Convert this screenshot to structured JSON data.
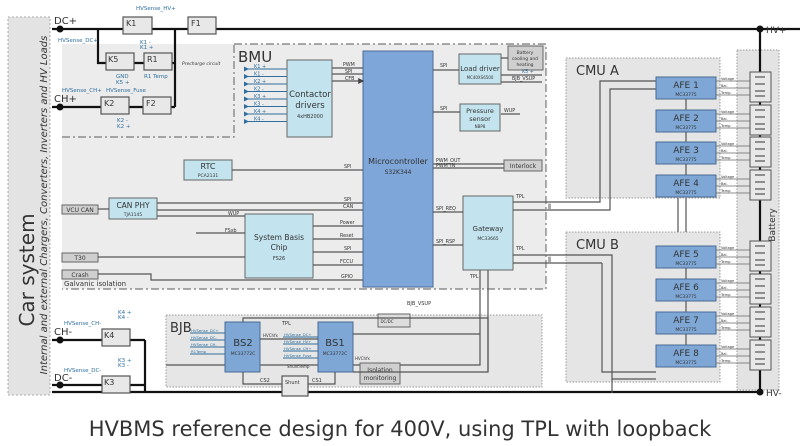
{
  "caption": "HVBMS reference design for 400V, using TPL with loopback",
  "car_system": {
    "title": "Car system",
    "subtitle": "Internal and external Chargers, Converters, Inverters and HV Loads"
  },
  "terminals": {
    "dc_plus": "DC+",
    "ch_plus": "CH+",
    "ch_minus": "CH-",
    "dc_minus": "DC-",
    "hv_plus": "HV+",
    "hv_minus": "HV-"
  },
  "hv_path": {
    "k1": "K1",
    "k2": "K2",
    "k3": "K3",
    "k4": "K4",
    "k5": "K5",
    "r1": "R1",
    "f1": "F1",
    "f2": "F2",
    "precharge": "Precharge circuit",
    "signals": {
      "hvsense_hv_plus": "HVSense_HV+",
      "hvsense_dc_plus": "HVSense_DC+",
      "hvsense_ch_plus": "HVSense_CH+",
      "hvsense_fuse": "HVSense_Fuse",
      "hvsense_ch_minus": "HVSense_CH-",
      "hvsense_dc_minus": "HVSense_DC-",
      "k1_minus": "K1 -",
      "k1_plus": "K1 +",
      "gnd": "GND",
      "k5_plus": "K5 +",
      "r1_temp": "R1 Temp",
      "k2_minus": "K2 -",
      "k2_plus": "K2 +",
      "k4_plus": "K4 +",
      "k4_minus": "K4 -",
      "k3_plus": "K3 +",
      "k3_minus": "K3 -"
    }
  },
  "bmu": {
    "title": "BMU",
    "galvanic": "Galvanic isolation",
    "contactor_lines": [
      "K1 +",
      "K1 -",
      "K2 +",
      "K2 -",
      "K3 +",
      "K3 -",
      "K4 +",
      "K4 -"
    ],
    "contactor": {
      "name": "Contactor drivers",
      "line1": "Contactor",
      "line2": "drivers",
      "part": "4xHB2000"
    },
    "mcu": {
      "name": "Microcontroller",
      "part": "S32K344"
    },
    "load_driver": {
      "name": "Load driver",
      "part": "MC40XS6500"
    },
    "battery_cooling": {
      "line1": "Battery",
      "line2": "cooling and",
      "line3": "heating"
    },
    "pressure": {
      "line1": "Pressure",
      "line2": "sensor",
      "part": "NBP8"
    },
    "rtc": {
      "name": "RTC",
      "part": "PCA2131"
    },
    "can_phy": {
      "name": "CAN PHY",
      "part": "TJA1145"
    },
    "sbc": {
      "line1": "System Basis",
      "line2": "Chip",
      "part": "FS26"
    },
    "gateway": {
      "name": "Gateway",
      "part": "MC33665"
    },
    "interlock": "Interlock",
    "vcu_can": "VCU CAN",
    "t30": "T30",
    "crash": "Crash",
    "signals": {
      "pwm": "PWM",
      "spi": "SPI",
      "cfb": "CFB",
      "k5_plus": "K5 +",
      "bjb_vsup": "BJB_VSUP",
      "wup": "WUP",
      "pwm_out": "PWM_OUT",
      "pwm_in": "PWM_IN",
      "can": "CAN",
      "power": "Power",
      "reset": "Reset",
      "fccu": "FCCU",
      "gpio": "GPIO",
      "fsxb": "FSxb",
      "spi_req": "SPI_REQ",
      "spi_rsp": "SPI_RSP",
      "tpl": "TPL"
    }
  },
  "cmu_a": {
    "title": "CMU A",
    "afes": [
      {
        "name": "AFE 1",
        "part": "MC33775"
      },
      {
        "name": "AFE 2",
        "part": "MC33775"
      },
      {
        "name": "AFE 3",
        "part": "MC33775"
      },
      {
        "name": "AFE 4",
        "part": "MC33775"
      }
    ]
  },
  "cmu_b": {
    "title": "CMU B",
    "afes": [
      {
        "name": "AFE 5",
        "part": "MC33775"
      },
      {
        "name": "AFE 6",
        "part": "MC33775"
      },
      {
        "name": "AFE 7",
        "part": "MC33775"
      },
      {
        "name": "AFE 8",
        "part": "MC33775"
      }
    ]
  },
  "afe_signals": {
    "voltage": "Voltage",
    "bal": "Bal.",
    "temp": "Temp."
  },
  "battery": {
    "title": "Battery"
  },
  "bjb": {
    "title": "BJB",
    "bs2": {
      "name": "BS2",
      "part": "MC33772C"
    },
    "bs1": {
      "name": "BS1",
      "part": "MC33772C"
    },
    "bs2_inputs": [
      "HVSense_DC+",
      "HVSense_DC-",
      "HVSense_CH-",
      "R1Temp"
    ],
    "bs1_inputs": [
      "HVSense_DC+",
      "HVSense_HV+",
      "HVSense_CH+",
      "HVSense_Fuse"
    ],
    "shunt_temp": "ShuntTemp",
    "hvchfx": "HVChfx",
    "dcdc": "DC/DC",
    "bjb_vsup": "BJB_VSUP",
    "shunt": "Shunt",
    "cs1": "CS1",
    "cs2": "CS2",
    "tpl": "TPL",
    "isolation": {
      "line1": "Isolation",
      "line2": "monitoring"
    },
    "iso_signals": [
      "Isoxxx",
      "Isoxxx"
    ]
  }
}
